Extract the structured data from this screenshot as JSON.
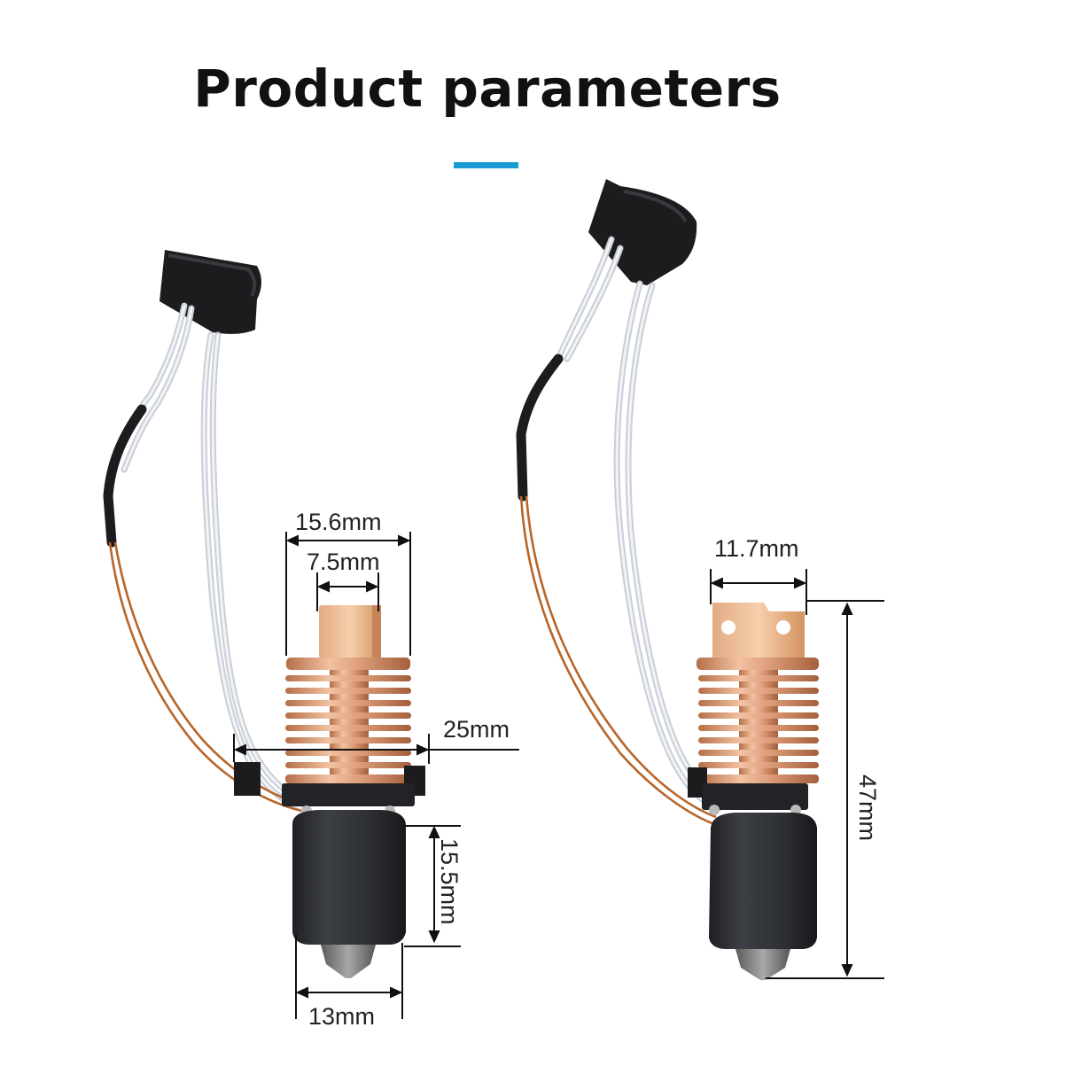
{
  "title": "Product parameters",
  "colors": {
    "accent": "#1a9ad6",
    "copper": "#d99a74",
    "black_part": "#2b2d30"
  },
  "left_hotend": {
    "dimensions": {
      "top_width": "15.6mm",
      "heatbreak_width": "7.5mm",
      "fin_width": "25mm",
      "sock_height": "15.5mm",
      "sock_width": "13mm"
    }
  },
  "right_hotend": {
    "dimensions": {
      "top_width": "11.7mm",
      "total_height": "47mm"
    }
  }
}
